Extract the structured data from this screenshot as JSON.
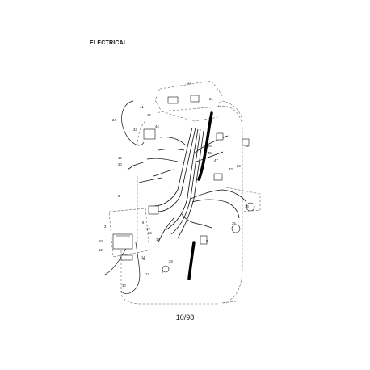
{
  "page": {
    "heading": "ELECTRICAL",
    "page_number": "10/98"
  },
  "callouts": [
    "22",
    "21",
    "41",
    "42",
    "24",
    "43",
    "44",
    "19",
    "20",
    "46",
    "45",
    "15",
    "47",
    "33",
    "23",
    "16",
    "5",
    "6",
    "17",
    "18",
    "10",
    "12",
    "14",
    "9",
    "29",
    "2",
    "13",
    "8",
    "3",
    "30",
    "26",
    "35"
  ],
  "colors": {
    "ink": "#1a1a1a",
    "harness": "#111111",
    "phantom": "#555555"
  }
}
